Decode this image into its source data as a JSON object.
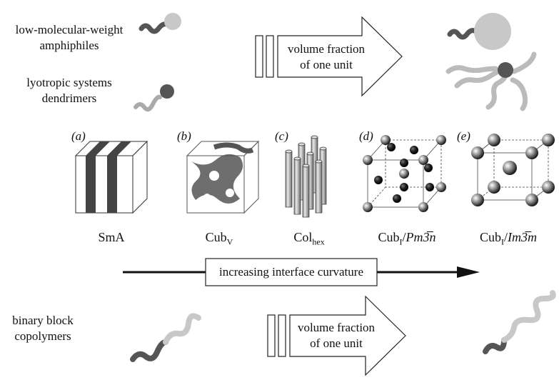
{
  "top_left_labels": {
    "line1": "low-molecular-weight",
    "line2": "amphiphiles",
    "line3": "lyotropic systems",
    "line4": "dendrimers"
  },
  "top_arrow": {
    "line1": "volume fraction",
    "line2": "of one unit"
  },
  "panels": [
    {
      "letter": "(a)",
      "phase": "SmA"
    },
    {
      "letter": "(b)",
      "phase_main": "Cub",
      "phase_sub": "V"
    },
    {
      "letter": "(c)",
      "phase_main": "Col",
      "phase_sub": "hex"
    },
    {
      "letter": "(d)",
      "phase_main": "Cub",
      "phase_sub": "I",
      "phase_sep": "/",
      "phase_group": "Pm3̅n"
    },
    {
      "letter": "(e)",
      "phase_main": "Cub",
      "phase_sub": "I",
      "phase_sep": "/",
      "phase_group": "Im3̅m"
    }
  ],
  "curvature_arrow": {
    "label": "increasing interface curvature"
  },
  "bottom_left_labels": {
    "line1": "binary block",
    "line2": "copolymers"
  },
  "bottom_arrow": {
    "line1": "volume fraction",
    "line2": "of one unit"
  }
}
